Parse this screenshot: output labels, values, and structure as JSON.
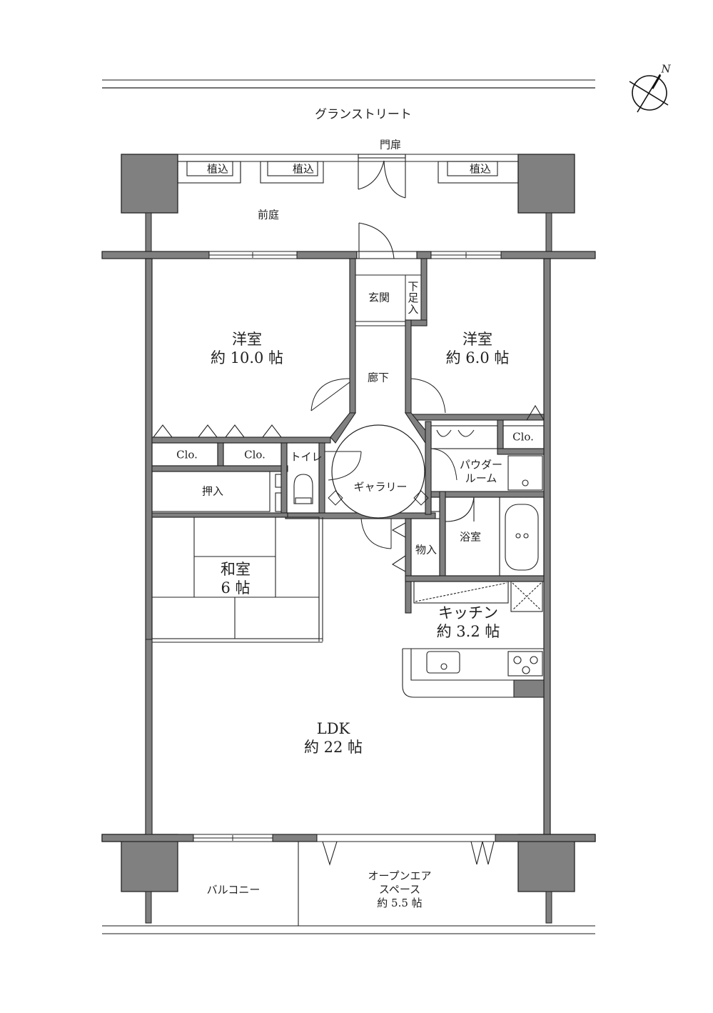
{
  "plan": {
    "street_label": "グランストリート",
    "gate_label": "門扉",
    "front_garden_label": "前庭",
    "planters": [
      "植込",
      "植込",
      "植込"
    ],
    "compass": {
      "icon": "north-arrow-icon",
      "label": "N"
    },
    "wall_color": "#808080",
    "line_color": "#222222"
  },
  "rooms": {
    "entrance": {
      "name": "玄関"
    },
    "shoe_storage": {
      "name": "下足入"
    },
    "hallway": {
      "name": "廊下"
    },
    "western_room_1": {
      "name": "洋室",
      "size": "約 10.0 帖"
    },
    "western_room_2": {
      "name": "洋室",
      "size": "約 6.0 帖"
    },
    "closet_1": {
      "name": "Clo."
    },
    "closet_2": {
      "name": "Clo."
    },
    "closet_3": {
      "name": "Clo."
    },
    "toilet": {
      "name": "トイレ"
    },
    "oshiire": {
      "name": "押入"
    },
    "gallery": {
      "name": "ギャラリー"
    },
    "powder_room": {
      "name_line1": "パウダー",
      "name_line2": "ルーム"
    },
    "bathroom": {
      "name": "浴室"
    },
    "storage": {
      "name": "物入"
    },
    "japanese_room": {
      "name": "和室",
      "size": "6 帖"
    },
    "kitchen": {
      "name": "キッチン",
      "size": "約 3.2 帖"
    },
    "ldk": {
      "name": "LDK",
      "size": "約 22 帖"
    },
    "balcony": {
      "name": "バルコニー"
    },
    "open_air_space": {
      "name_line1": "オープンエア",
      "name_line2": "スペース",
      "size": "約 5.5 帖"
    }
  }
}
